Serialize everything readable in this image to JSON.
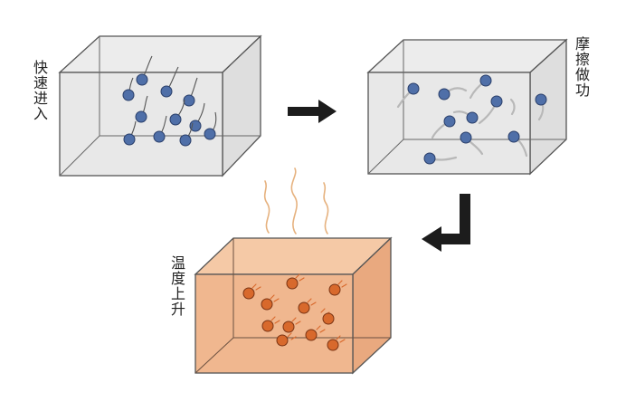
{
  "labels": {
    "fast_entry": "快速进入",
    "friction_work": "摩擦做功",
    "temperature_rise": "温度上升"
  },
  "colors": {
    "box_stroke": "#555555",
    "box_face_light": "#e9e9e9",
    "box_face_mid": "#dcdcdc",
    "hot_face_front": "#f0b78f",
    "hot_face_top": "#f5c9a6",
    "hot_face_side": "#e9a97f",
    "blue_particle": "#4f6fa8",
    "orange_particle": "#d8692c",
    "arrow": "#1c1c1c",
    "heat_wave": "#e6b27f"
  },
  "icons": {
    "arrow_right": "arrow-right-icon",
    "arrow_turn_left": "arrow-turn-left-icon",
    "heat_waves": "heat-waves-icon"
  }
}
